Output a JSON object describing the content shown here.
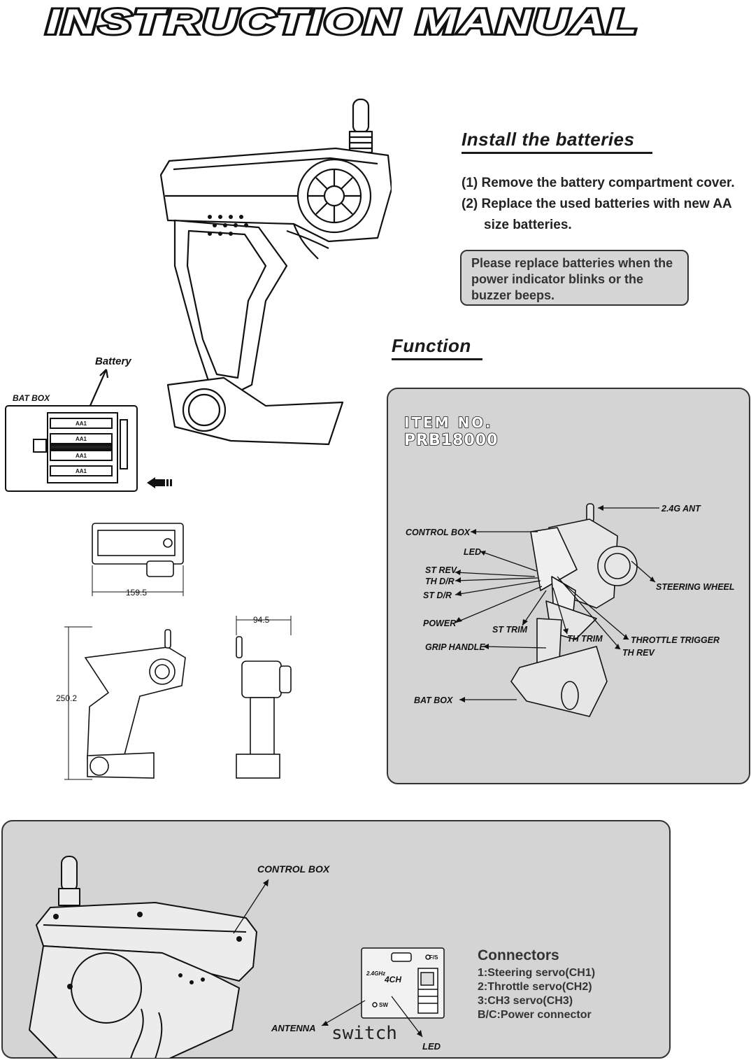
{
  "header": {
    "title": "INSTRUCTION  MANUAL"
  },
  "install": {
    "heading": "Install the batteries",
    "steps": [
      "(1) Remove the battery compartment cover.",
      "(2) Replace the used batteries with new AA",
      "size batteries."
    ],
    "note": "Please replace batteries when the power indicator blinks or the buzzer beeps."
  },
  "left_figure": {
    "battery_label": "Battery",
    "bat_box_label": "BAT   BOX",
    "battery_cell_text": "AA1",
    "dim_width": "159.5",
    "dim_height": "250.2",
    "dim_depth": "94.5"
  },
  "function": {
    "heading": "Function",
    "item_no_label": "ITEM NO.",
    "item_no_value": "PRB18000",
    "callouts": {
      "antenna": "2.4G   ANT",
      "control_box": "CONTROL BOX",
      "led": "LED",
      "st_rev": "ST REV",
      "th_dr": "TH D/R",
      "st_dr": "ST D/R",
      "power": "POWER",
      "st_trim": "ST TRIM",
      "th_trim": "TH TRIM",
      "steering_wheel": "STEERING   WHEEL",
      "throttle_trigger": "THROTTLE   TRIGGER",
      "th_rev": "TH REV",
      "grip_handle": "GRIP HANDLE",
      "bat_box": "BAT   BOX"
    }
  },
  "bottom": {
    "control_box": "CONTROL BOX",
    "antenna": "ANTENNA",
    "switch": "switch",
    "led": "LED",
    "receiver_fs": "F/S",
    "receiver_band": "2.4GHz",
    "receiver_ch": "4CH",
    "receiver_sw": "SW",
    "connectors_heading": "Connectors",
    "connectors": [
      "1:Steering servo(CH1)",
      "2:Throttle servo(CH2)",
      "3:CH3 servo(CH3)",
      "B/C:Power connector"
    ]
  }
}
